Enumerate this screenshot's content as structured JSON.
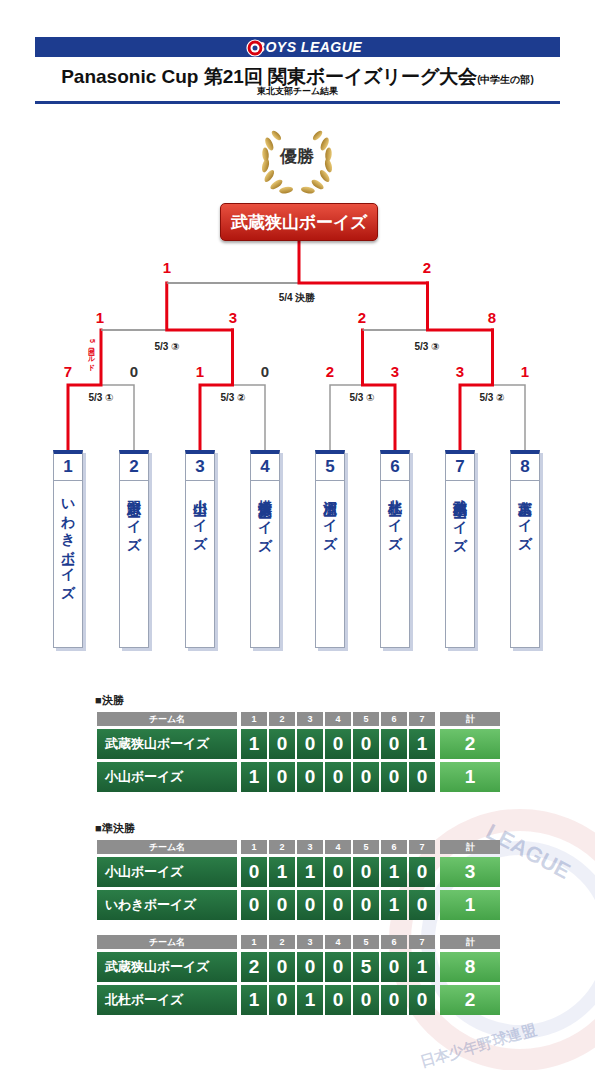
{
  "diagram": {
    "title": "Panasonic Cup 第21回 関東ボーイズリーグ大会",
    "nodes": [
      {
        "text": [
          "BOYS LEAGUE"
        ]
      },
      {
        "text": [
          "武蔵狭山ボーイズ"
        ]
      },
      {
        "text": [
          "1",
          "いわきボーイズ"
        ]
      },
      {
        "text": [
          "2",
          "習志野ボーイズ"
        ]
      },
      {
        "text": [
          "3",
          "小山ボーイズ"
        ]
      },
      {
        "text": [
          "4",
          "横浜青葉ボーイズ"
        ]
      },
      {
        "text": [
          "5",
          "鹿沼ボーイズ"
        ]
      },
      {
        "text": [
          "6",
          "北杜ボーイズ"
        ]
      },
      {
        "text": [
          "7",
          "武蔵狭山ボーイズ"
        ]
      },
      {
        "text": [
          "8",
          "京葉ボーイズ"
        ]
      }
    ],
    "edges": [
      {
        "from": 2,
        "to": 1,
        "arrow": "none"
      },
      {
        "from": 3,
        "to": 1,
        "arrow": "none"
      },
      {
        "from": 4,
        "to": 1,
        "arrow": "none"
      },
      {
        "from": 5,
        "to": 1,
        "arrow": "none"
      },
      {
        "from": 6,
        "to": 1,
        "arrow": "none"
      },
      {
        "from": 7,
        "to": 1,
        "arrow": "none"
      },
      {
        "from": 8,
        "to": 1,
        "arrow": "none"
      },
      {
        "from": 9,
        "to": 1,
        "arrow": "none"
      }
    ],
    "labels": [
      "(中学生の部)",
      "東北支部チーム結果",
      "優勝",
      "1",
      "2",
      "5/4 決勝",
      "1",
      "3",
      "2",
      "8",
      "5/3 ③",
      "5/3 ③",
      "5回コールド",
      "7",
      "0",
      "1",
      "0",
      "2",
      "3",
      "3",
      "1",
      "5/3 ①",
      "5/3 ②",
      "5/3 ①",
      "5/3 ②",
      "■決勝",
      "チーム名",
      "1",
      "2",
      "3",
      "4",
      "5",
      "6",
      "7",
      "計",
      "武蔵狭山ボーイズ",
      "1",
      "0",
      "0",
      "0",
      "0",
      "0",
      "1",
      "2",
      "小山ボーイズ",
      "1",
      "0",
      "0",
      "0",
      "0",
      "0",
      "0",
      "1",
      "■準決勝",
      "チーム名",
      "1",
      "2",
      "3",
      "4",
      "5",
      "6",
      "7",
      "計",
      "小山ボーイズ",
      "0",
      "1",
      "1",
      "0",
      "0",
      "1",
      "0",
      "3",
      "いわきボーイズ",
      "0",
      "0",
      "0",
      "0",
      "0",
      "1",
      "0",
      "1",
      "チーム名",
      "1",
      "2",
      "3",
      "4",
      "5",
      "6",
      "7",
      "計",
      "武蔵狭山ボーイズ",
      "2",
      "0",
      "0",
      "0",
      "5",
      "0",
      "1",
      "8",
      "北杜ボーイズ",
      "1",
      "0",
      "1",
      "0",
      "0",
      "0",
      "0",
      "2",
      "LEAGUE",
      "日本少年野球連盟"
    ]
  }
}
